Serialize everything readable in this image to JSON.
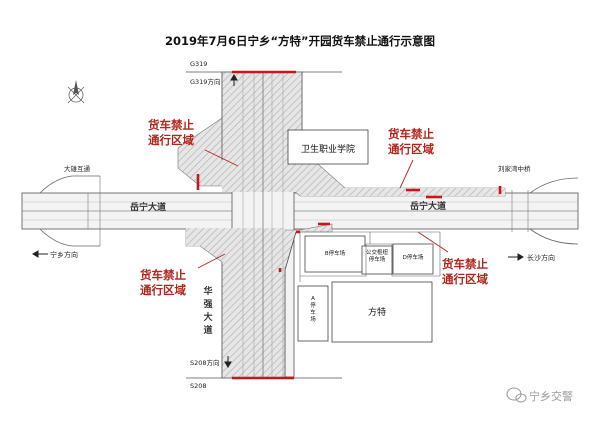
{
  "title": "2019年7月6日宁乡“方特”开园货车禁止通行示意图",
  "roads": {
    "g319_top": "G319",
    "g319_dir": "G319方向",
    "daxiong": "大雄互通",
    "liujiawan": "刘家湾中桥",
    "yuening_left": "岳宁大道",
    "yuening_right": "岳宁大道",
    "huaqiang": "华强大道",
    "s208_dir": "S208方向",
    "s208_bottom": "S208",
    "ningxiang_dir": "宁乡方向",
    "changsha_dir": "长沙方向"
  },
  "zones": {
    "label_1": "货车禁止",
    "label_2": "通行区域"
  },
  "buildings": {
    "school": "卫生职业学院",
    "fangte": "方特",
    "lot_b": "B停车场",
    "lot_bus_1": "公交枢纽",
    "lot_bus_2": "停车场",
    "lot_d": "D停车场",
    "lot_a_1": "A",
    "lot_a_2": "停",
    "lot_a_3": "车",
    "lot_a_4": "场"
  },
  "watermark": "宁乡交警",
  "colors": {
    "restriction": "#c8161d",
    "label_red": "#b3261e",
    "road_line": "#555555"
  }
}
